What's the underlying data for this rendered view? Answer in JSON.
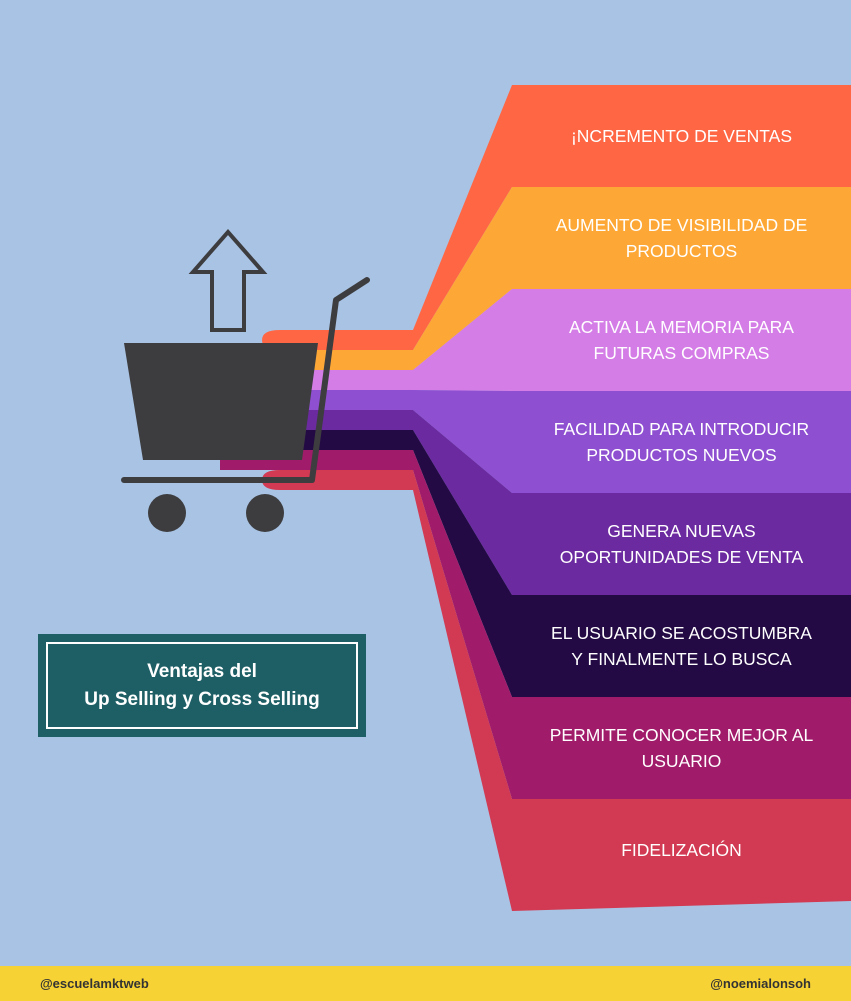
{
  "title": {
    "line1": "Ventajas del",
    "line2": "Up Selling y Cross Selling"
  },
  "benefits": [
    {
      "text": "¡NCREMENTO DE VENTAS",
      "color": "#ff6744"
    },
    {
      "text": "AUMENTO DE VISIBILIDAD DE\nPRODUCTOS",
      "color": "#fda836"
    },
    {
      "text": "ACTIVA LA MEMORIA PARA\nFUTURAS COMPRAS",
      "color": "#d47de6"
    },
    {
      "text": "FACILIDAD PARA INTRODUCIR\nPRODUCTOS NUEVOS",
      "color": "#8e4fd1"
    },
    {
      "text": "GENERA NUEVAS\nOPORTUNIDADES DE VENTA",
      "color": "#6b2aa0"
    },
    {
      "text": "EL USUARIO SE ACOSTUMBRA\nY FINALMENTE LO BUSCA",
      "color": "#230a44"
    },
    {
      "text": "PERMITE CONOCER MEJOR AL\nUSUARIO",
      "color": "#a01c6a"
    },
    {
      "text": "FIDELIZACIÓN",
      "color": "#d13a52"
    }
  ],
  "icons": {
    "cart": "shopping-cart-icon",
    "arrow": "arrow-up-icon"
  },
  "footer": {
    "left": "@escuelamktweb",
    "right": "@noemialonsoh"
  },
  "colors": {
    "background": "#a9c3e4",
    "title_box": "#1e5f66",
    "footer": "#f7d235",
    "cart": "#3d3d3f"
  }
}
